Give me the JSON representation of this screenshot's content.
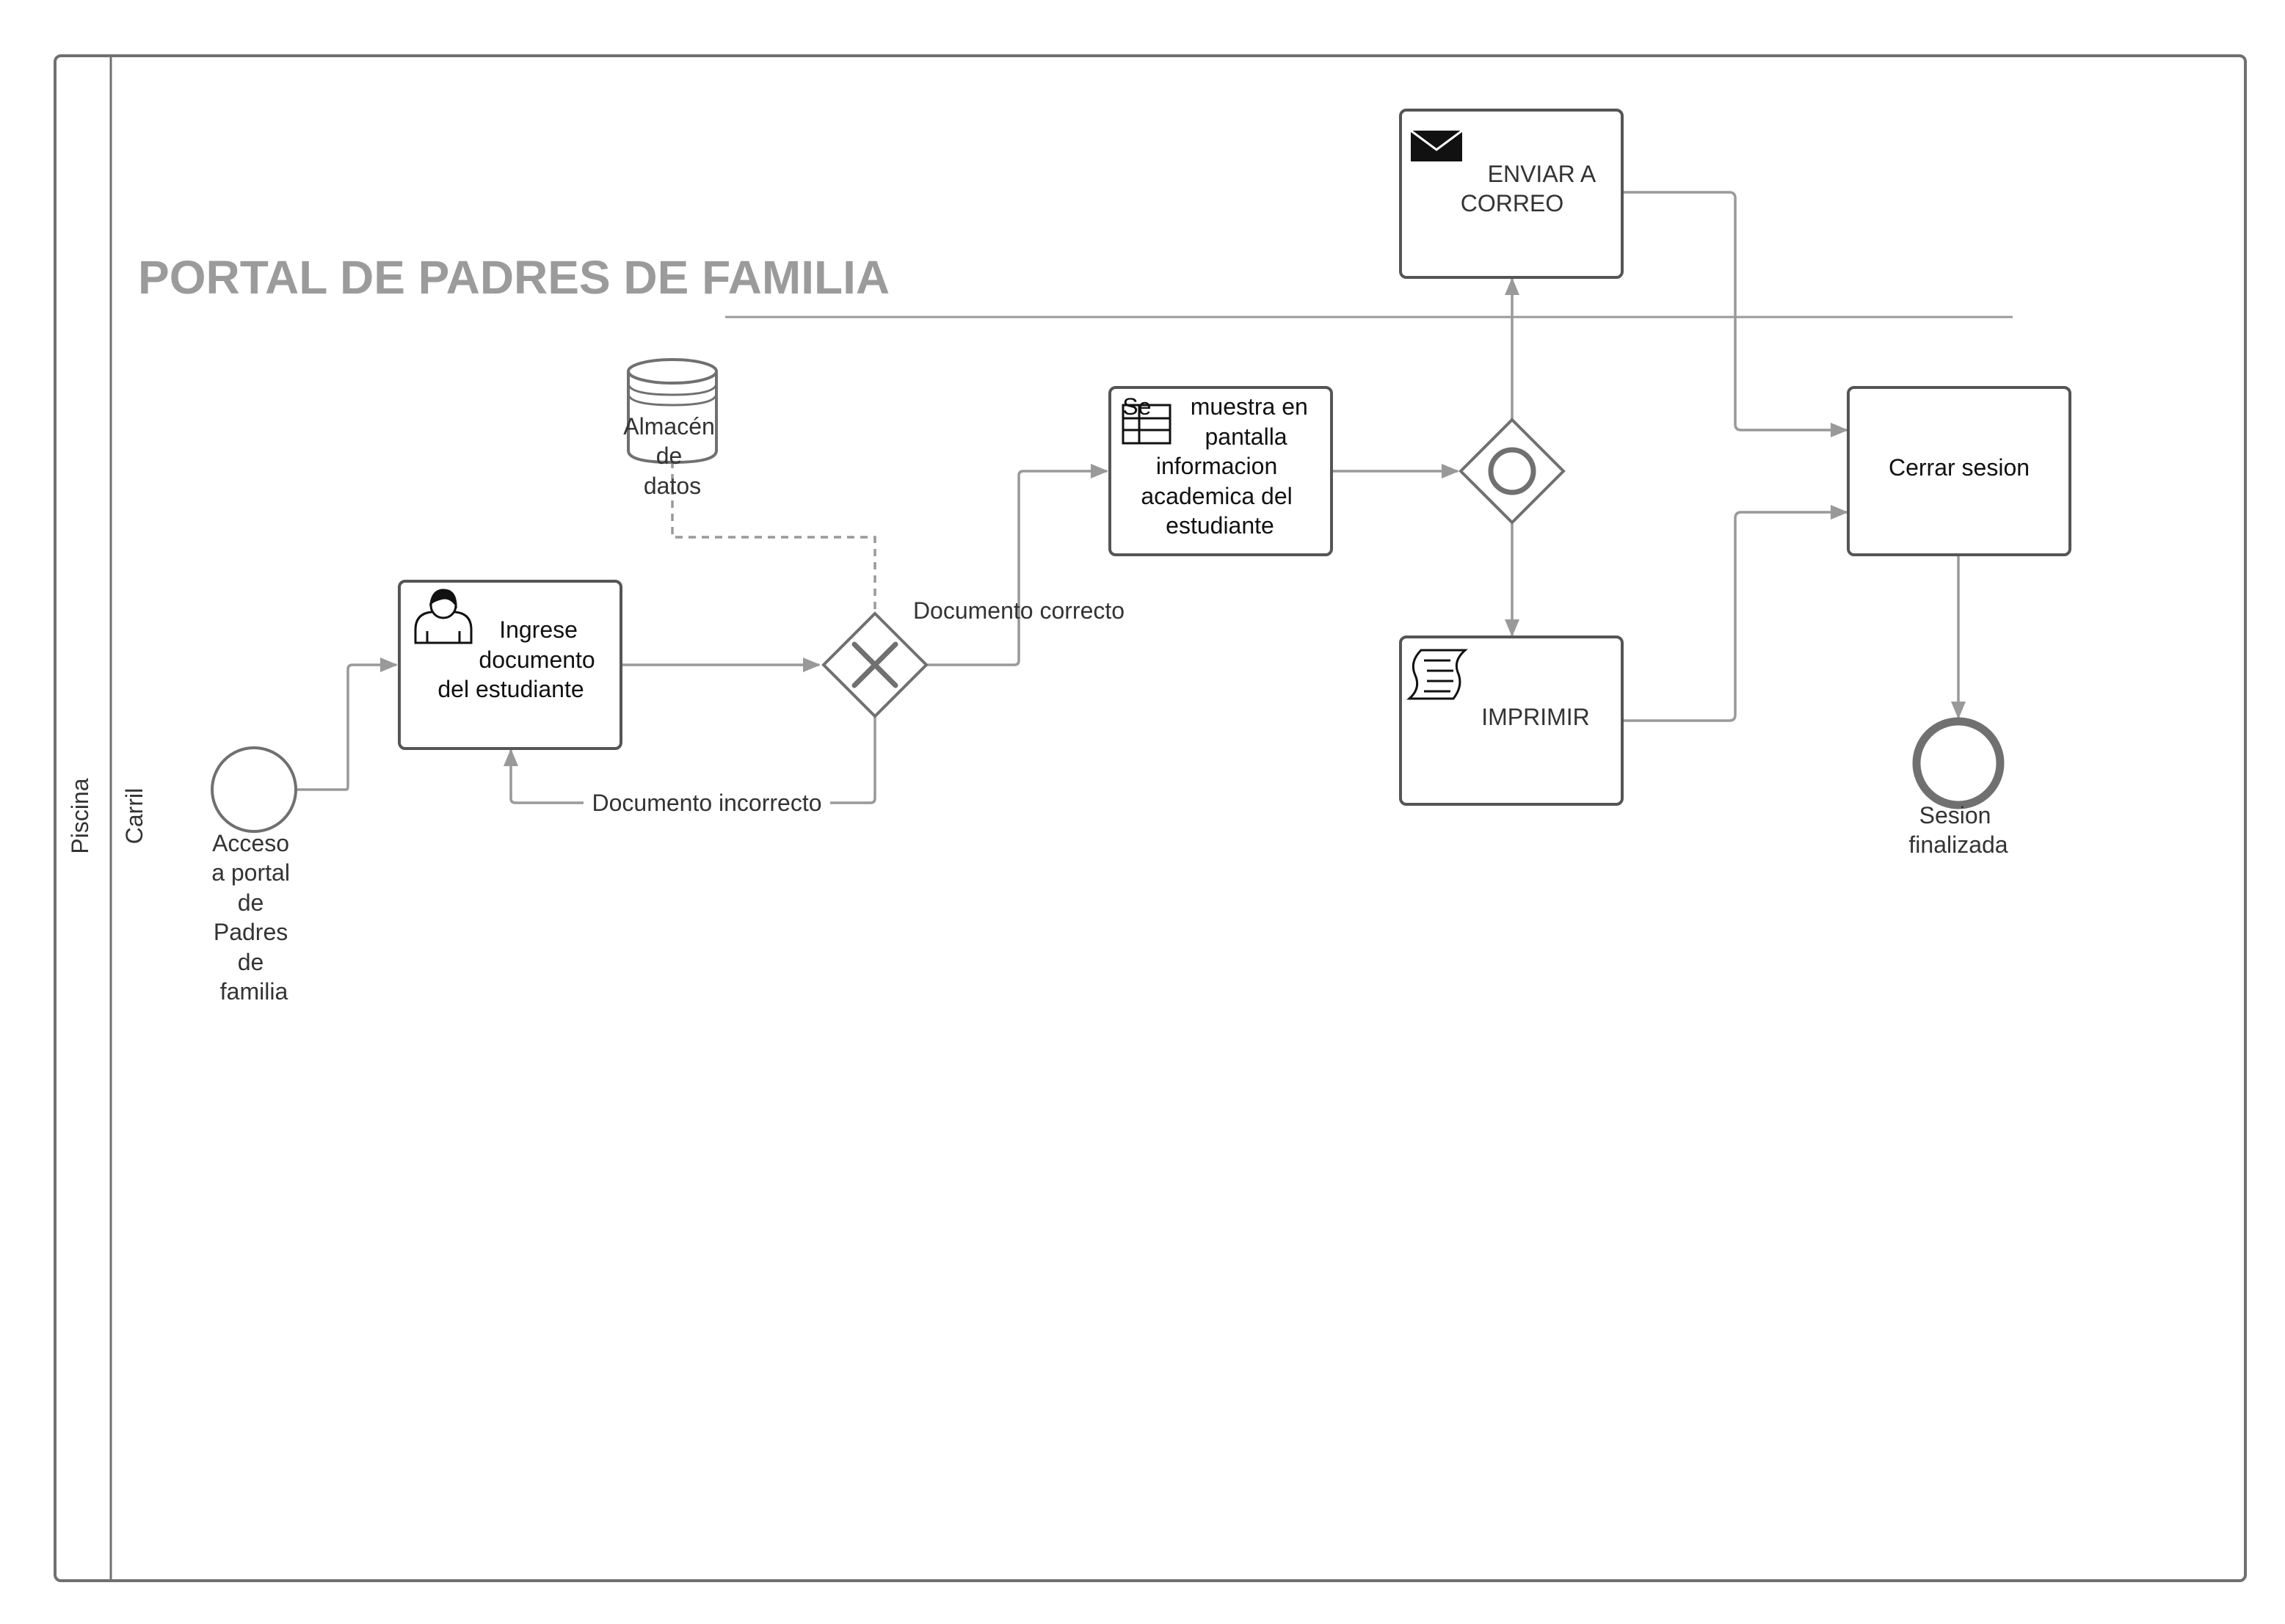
{
  "pool": {
    "label": "Piscina"
  },
  "lane": {
    "label": "Carril"
  },
  "title": "PORTAL DE PADRES DE FAMILIA",
  "start_event": {
    "lines": [
      "Acceso",
      "a portal",
      "de",
      "Padres",
      "de",
      "familia"
    ]
  },
  "task_ingrese": {
    "lines": [
      "Ingrese",
      "documento",
      "del estudiante"
    ],
    "icon": "user-icon"
  },
  "data_store": {
    "lines": [
      "Almacén",
      "de",
      "datos"
    ],
    "icon": "database-icon"
  },
  "gateway_exclusive": {
    "icon": "x-icon"
  },
  "flow_correcto": "Documento correcto",
  "flow_incorrecto": "Documento incorrecto",
  "task_muestra": {
    "lines": [
      "Se      muestra en",
      "pantalla",
      "informacion",
      "academica del",
      "estudiante"
    ],
    "icon": "table-icon"
  },
  "gateway_event": {
    "icon": "circle-icon"
  },
  "task_correo": {
    "lines": [
      "ENVIAR A",
      "CORREO"
    ],
    "icon": "envelope-icon"
  },
  "task_imprimir": {
    "lines": [
      "IMPRIMIR"
    ],
    "icon": "script-icon"
  },
  "task_cerrar": {
    "lines": [
      "Cerrar sesion"
    ]
  },
  "end_event": {
    "lines": [
      "Sesion",
      "finalizada"
    ]
  }
}
